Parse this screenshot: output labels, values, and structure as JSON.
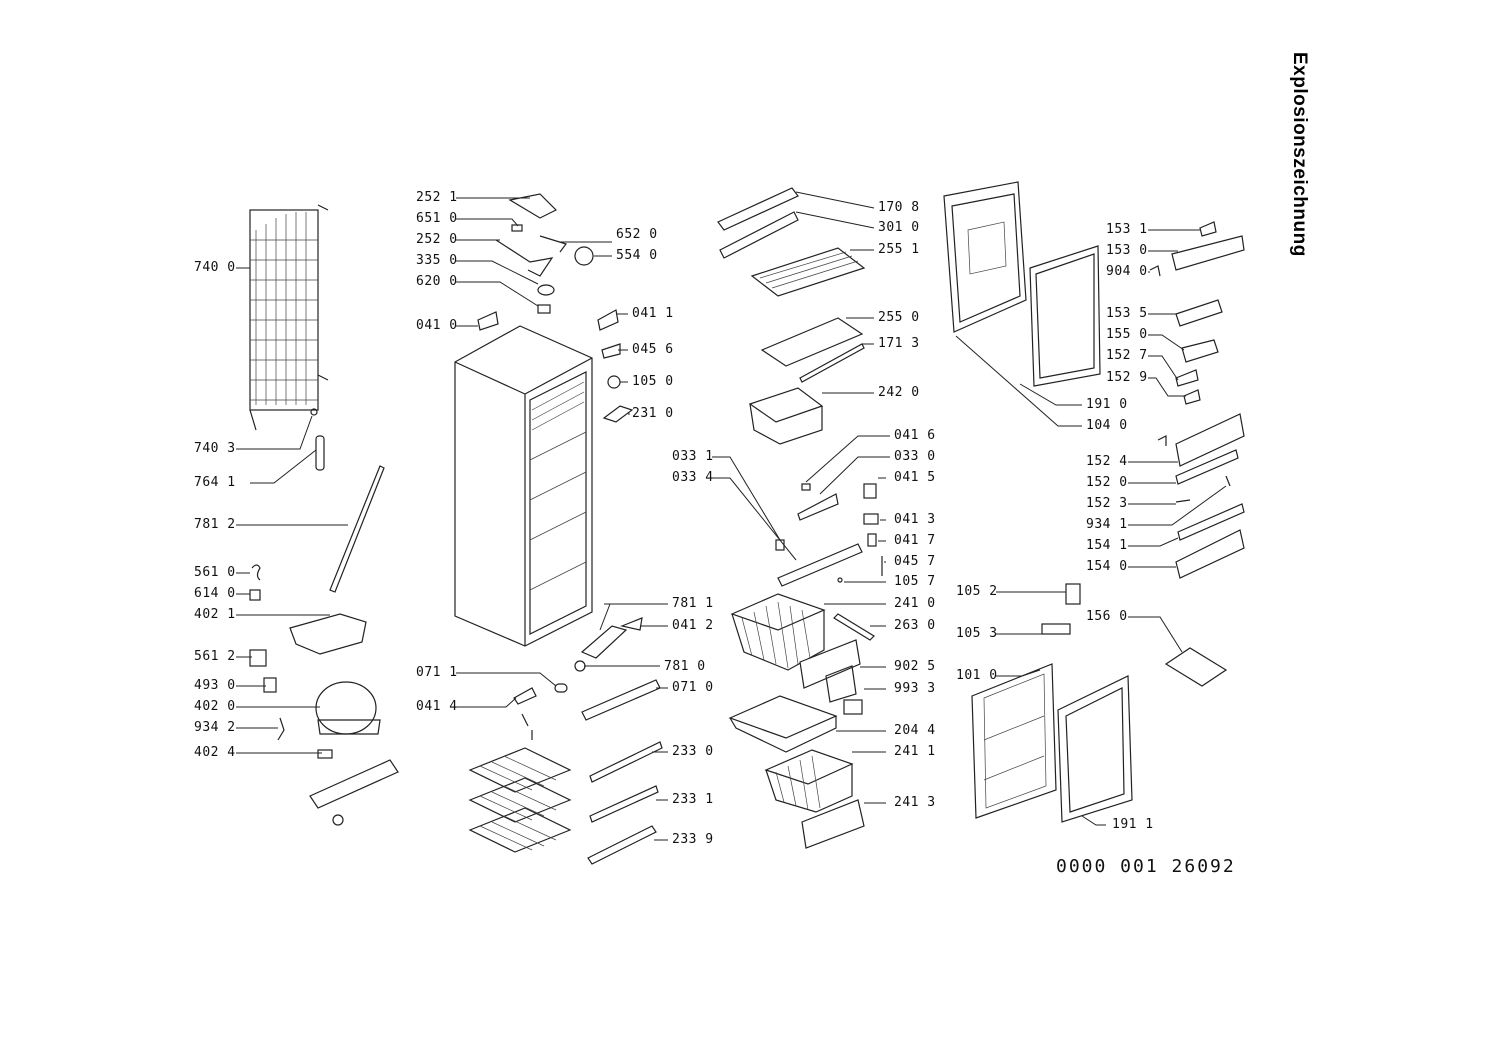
{
  "title": "Explosionszeichnung",
  "document_number": "0000 001 26092",
  "parts": [
    {
      "code": "740 0"
    },
    {
      "code": "740 3"
    },
    {
      "code": "764 1"
    },
    {
      "code": "781 2"
    },
    {
      "code": "561 0"
    },
    {
      "code": "614 0"
    },
    {
      "code": "402 1"
    },
    {
      "code": "561 2"
    },
    {
      "code": "493 0"
    },
    {
      "code": "402 0"
    },
    {
      "code": "934 2"
    },
    {
      "code": "402 4"
    },
    {
      "code": "252 1"
    },
    {
      "code": "651 0"
    },
    {
      "code": "252 0"
    },
    {
      "code": "335 0"
    },
    {
      "code": "620 0"
    },
    {
      "code": "041 0"
    },
    {
      "code": "652 0"
    },
    {
      "code": "554 0"
    },
    {
      "code": "041 1"
    },
    {
      "code": "045 6"
    },
    {
      "code": "105 0"
    },
    {
      "code": "231 0"
    },
    {
      "code": "781 1"
    },
    {
      "code": "041 2"
    },
    {
      "code": "781 0"
    },
    {
      "code": "071 1"
    },
    {
      "code": "071 0"
    },
    {
      "code": "041 4"
    },
    {
      "code": "233 0"
    },
    {
      "code": "233 1"
    },
    {
      "code": "233 9"
    },
    {
      "code": "170 8"
    },
    {
      "code": "301 0"
    },
    {
      "code": "255 1"
    },
    {
      "code": "255 0"
    },
    {
      "code": "171 3"
    },
    {
      "code": "242 0"
    },
    {
      "code": "041 6"
    },
    {
      "code": "033 0"
    },
    {
      "code": "033 1"
    },
    {
      "code": "033 4"
    },
    {
      "code": "041 5"
    },
    {
      "code": "041 3"
    },
    {
      "code": "041 7"
    },
    {
      "code": "045 7"
    },
    {
      "code": "105 7"
    },
    {
      "code": "241 0"
    },
    {
      "code": "263 0"
    },
    {
      "code": "902 5"
    },
    {
      "code": "993 3"
    },
    {
      "code": "204 4"
    },
    {
      "code": "241 1"
    },
    {
      "code": "241 3"
    },
    {
      "code": "153 1"
    },
    {
      "code": "153 0"
    },
    {
      "code": "904 0"
    },
    {
      "code": "153 5"
    },
    {
      "code": "155 0"
    },
    {
      "code": "152 7"
    },
    {
      "code": "152 9"
    },
    {
      "code": "191 0"
    },
    {
      "code": "104 0"
    },
    {
      "code": "152 4"
    },
    {
      "code": "152 0"
    },
    {
      "code": "152 3"
    },
    {
      "code": "934 1"
    },
    {
      "code": "154 1"
    },
    {
      "code": "154 0"
    },
    {
      "code": "105 2"
    },
    {
      "code": "105 3"
    },
    {
      "code": "156 0"
    },
    {
      "code": "101 0"
    },
    {
      "code": "191 1"
    }
  ]
}
